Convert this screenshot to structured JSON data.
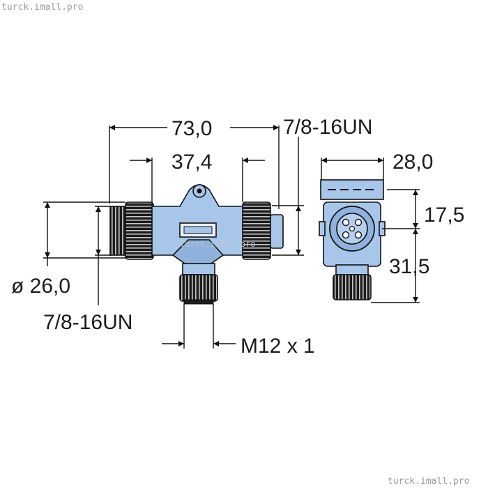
{
  "watermarks": {
    "top_left": "turck.imall.pro",
    "bottom_right": "turck.imall.pro",
    "center": "turck.imall.pro"
  },
  "dimensions": {
    "overall_length": "73,0",
    "thread_top_right": "7/8-16UN",
    "inner_length": "37,4",
    "side_width": "28,0",
    "side_height_upper": "17,5",
    "side_height_lower": "31,5",
    "diameter": "ø 26,0",
    "thread_left": "7/8-16UN",
    "m12_thread": "M12 x 1"
  },
  "colors": {
    "body": "#a8c6ea",
    "body_shade": "#8fb2dc",
    "nut": "#1c1c1c",
    "nut_rib": "#bfbfbf",
    "line": "#111111"
  }
}
